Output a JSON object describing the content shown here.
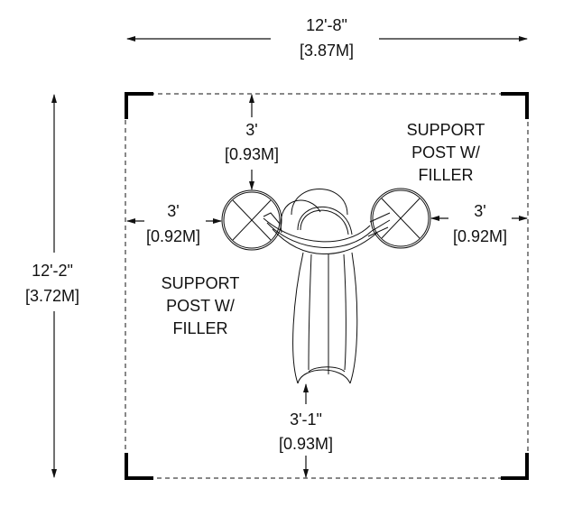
{
  "overall_width": {
    "imperial": "12'-8\"",
    "metric": "[3.87M]"
  },
  "overall_depth": {
    "imperial": "12'-2\"",
    "metric": "[3.72M]"
  },
  "clearance_top": {
    "imperial": "3'",
    "metric": "[0.93M]"
  },
  "clearance_left": {
    "imperial": "3'",
    "metric": "[0.92M]"
  },
  "clearance_right": {
    "imperial": "3'",
    "metric": "[0.92M]"
  },
  "clearance_bottom": {
    "imperial": "3'-1\"",
    "metric": "[0.93M]"
  },
  "label_right": [
    "SUPPORT",
    "POST W/",
    "FILLER"
  ],
  "label_left": [
    "SUPPORT",
    "POST W/",
    "FILLER"
  ]
}
